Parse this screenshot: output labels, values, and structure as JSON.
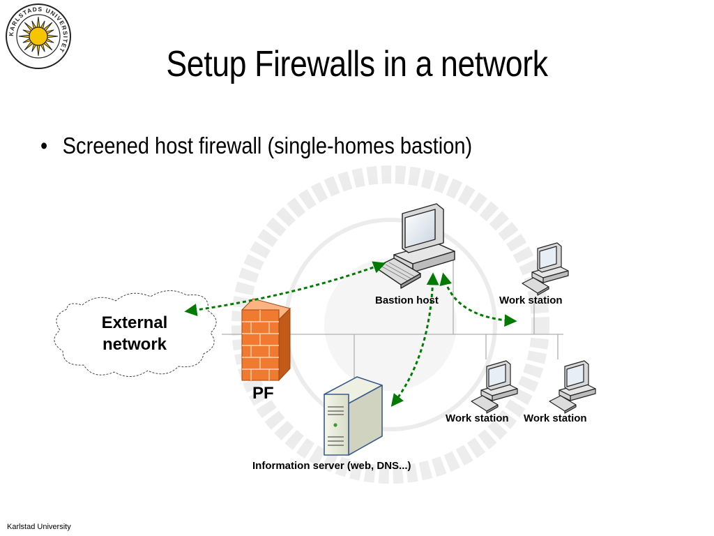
{
  "slide": {
    "title": "Setup Firewalls in a network",
    "bullet_marker": "•",
    "bullet": "Screened host firewall (single-homes bastion)",
    "footer": "Karlstad University",
    "logo_text": "KARLSTADS UNIVERSITET"
  },
  "diagram": {
    "external_network": [
      "External",
      "network"
    ],
    "firewall_label": "PF",
    "bastion_label": "Bastion host",
    "workstation_label": "Work station",
    "info_server_label": "Information server (web, DNS...)",
    "colors": {
      "arrow": "#007a00",
      "firewall": "#f07a30",
      "network_line": "#b0b0b0"
    }
  }
}
